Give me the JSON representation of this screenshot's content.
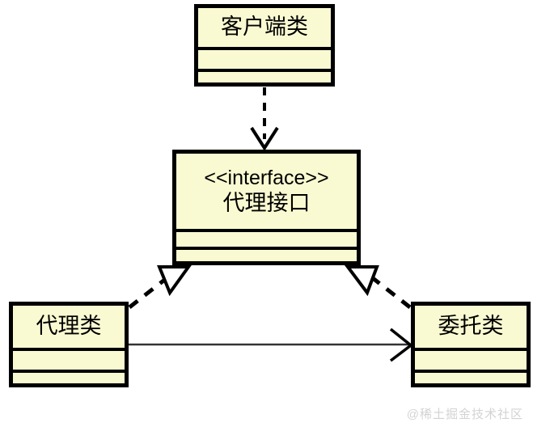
{
  "diagram": {
    "type": "uml-class-diagram",
    "title": "Proxy Pattern UML Class Diagram",
    "background_color": "#ffffff",
    "node_fill_color": "#fafad2",
    "node_border_color": "#000000",
    "line_color": "#000000"
  },
  "classes": {
    "client": {
      "name": "客户端类",
      "stereotype": "",
      "compartments": [
        "",
        ""
      ]
    },
    "interface": {
      "stereotype": "<<interface>>",
      "name": "代理接口",
      "compartments": [
        "",
        ""
      ]
    },
    "proxy": {
      "name": "代理类",
      "stereotype": "",
      "compartments": [
        "",
        ""
      ]
    },
    "delegate": {
      "name": "委托类",
      "stereotype": "",
      "compartments": [
        "",
        ""
      ]
    }
  },
  "relationships": [
    {
      "id": "client-to-interface",
      "kind": "dependency",
      "line_style": "dashed",
      "arrow": "open-v",
      "from": "客户端类",
      "to": "代理接口"
    },
    {
      "id": "proxy-to-interface",
      "kind": "realization",
      "line_style": "dashed",
      "arrow": "hollow-triangle",
      "from": "代理类",
      "to": "代理接口"
    },
    {
      "id": "delegate-to-interface",
      "kind": "realization",
      "line_style": "dashed",
      "arrow": "hollow-triangle",
      "from": "委托类",
      "to": "代理接口"
    },
    {
      "id": "proxy-to-delegate",
      "kind": "association",
      "line_style": "solid",
      "arrow": "open-v",
      "from": "代理类",
      "to": "委托类"
    }
  ],
  "watermark": {
    "text": "@稀土掘金技术社区"
  }
}
